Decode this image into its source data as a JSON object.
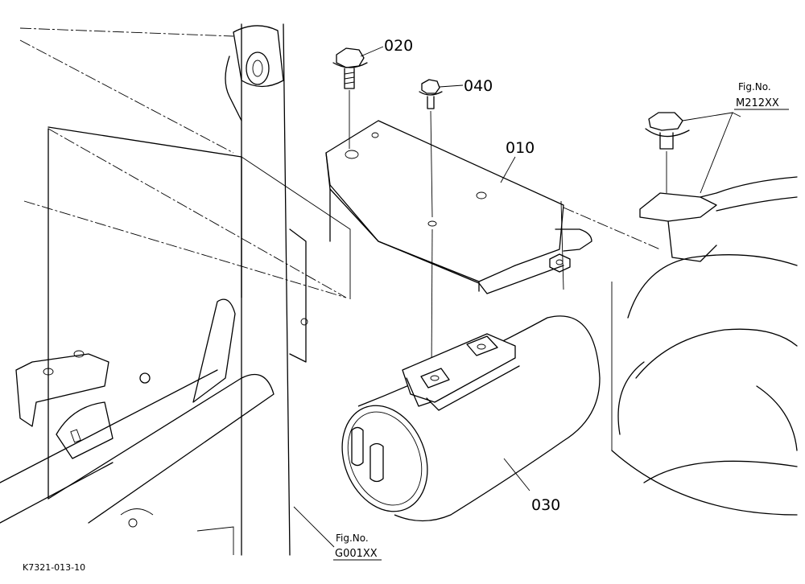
{
  "diagram": {
    "callouts": {
      "p010": "010",
      "p020": "020",
      "p030": "030",
      "p040": "040"
    },
    "fig_refs": {
      "right": {
        "prefix": "Fig.No.",
        "number": "M212XX"
      },
      "bottom": {
        "prefix": "Fig.No.",
        "number": "G001XX"
      }
    },
    "drawing_code": "K7321-013-10"
  }
}
